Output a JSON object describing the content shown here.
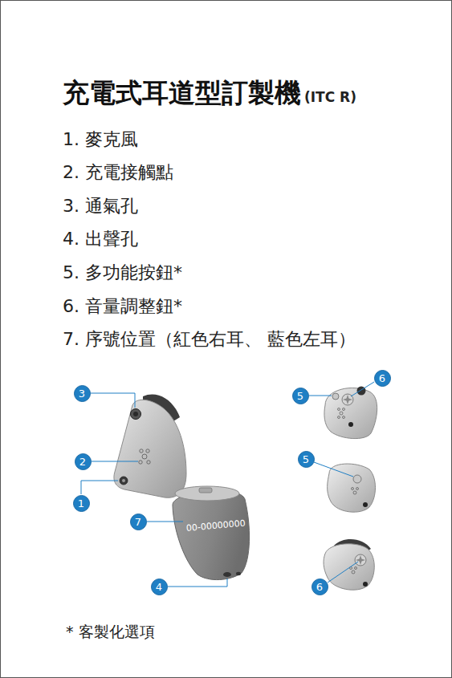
{
  "diagram": {
    "title": "充電式耳道型訂製機",
    "nodes": [
      {
        "text": [
          "3"
        ]
      },
      {
        "text": [
          "2"
        ]
      },
      {
        "text": [
          "1"
        ]
      },
      {
        "text": [
          "7"
        ]
      },
      {
        "text": [
          "4"
        ]
      },
      {
        "text": [
          "5"
        ]
      },
      {
        "text": [
          "6"
        ]
      },
      {
        "text": [
          "5"
        ]
      },
      {
        "text": [
          "6"
        ]
      }
    ],
    "labels": [
      "(ITC R)",
      "1. 麥克風",
      "2. 充電接觸點",
      "3. 通氣孔",
      "4. 出聲孔",
      "5. 多功能按鈕*",
      "6. 音量調整鈕*",
      "7. 序號位置（紅色右耳、 藍色左耳）",
      "00-00000000",
      "* 客製化選項"
    ]
  }
}
